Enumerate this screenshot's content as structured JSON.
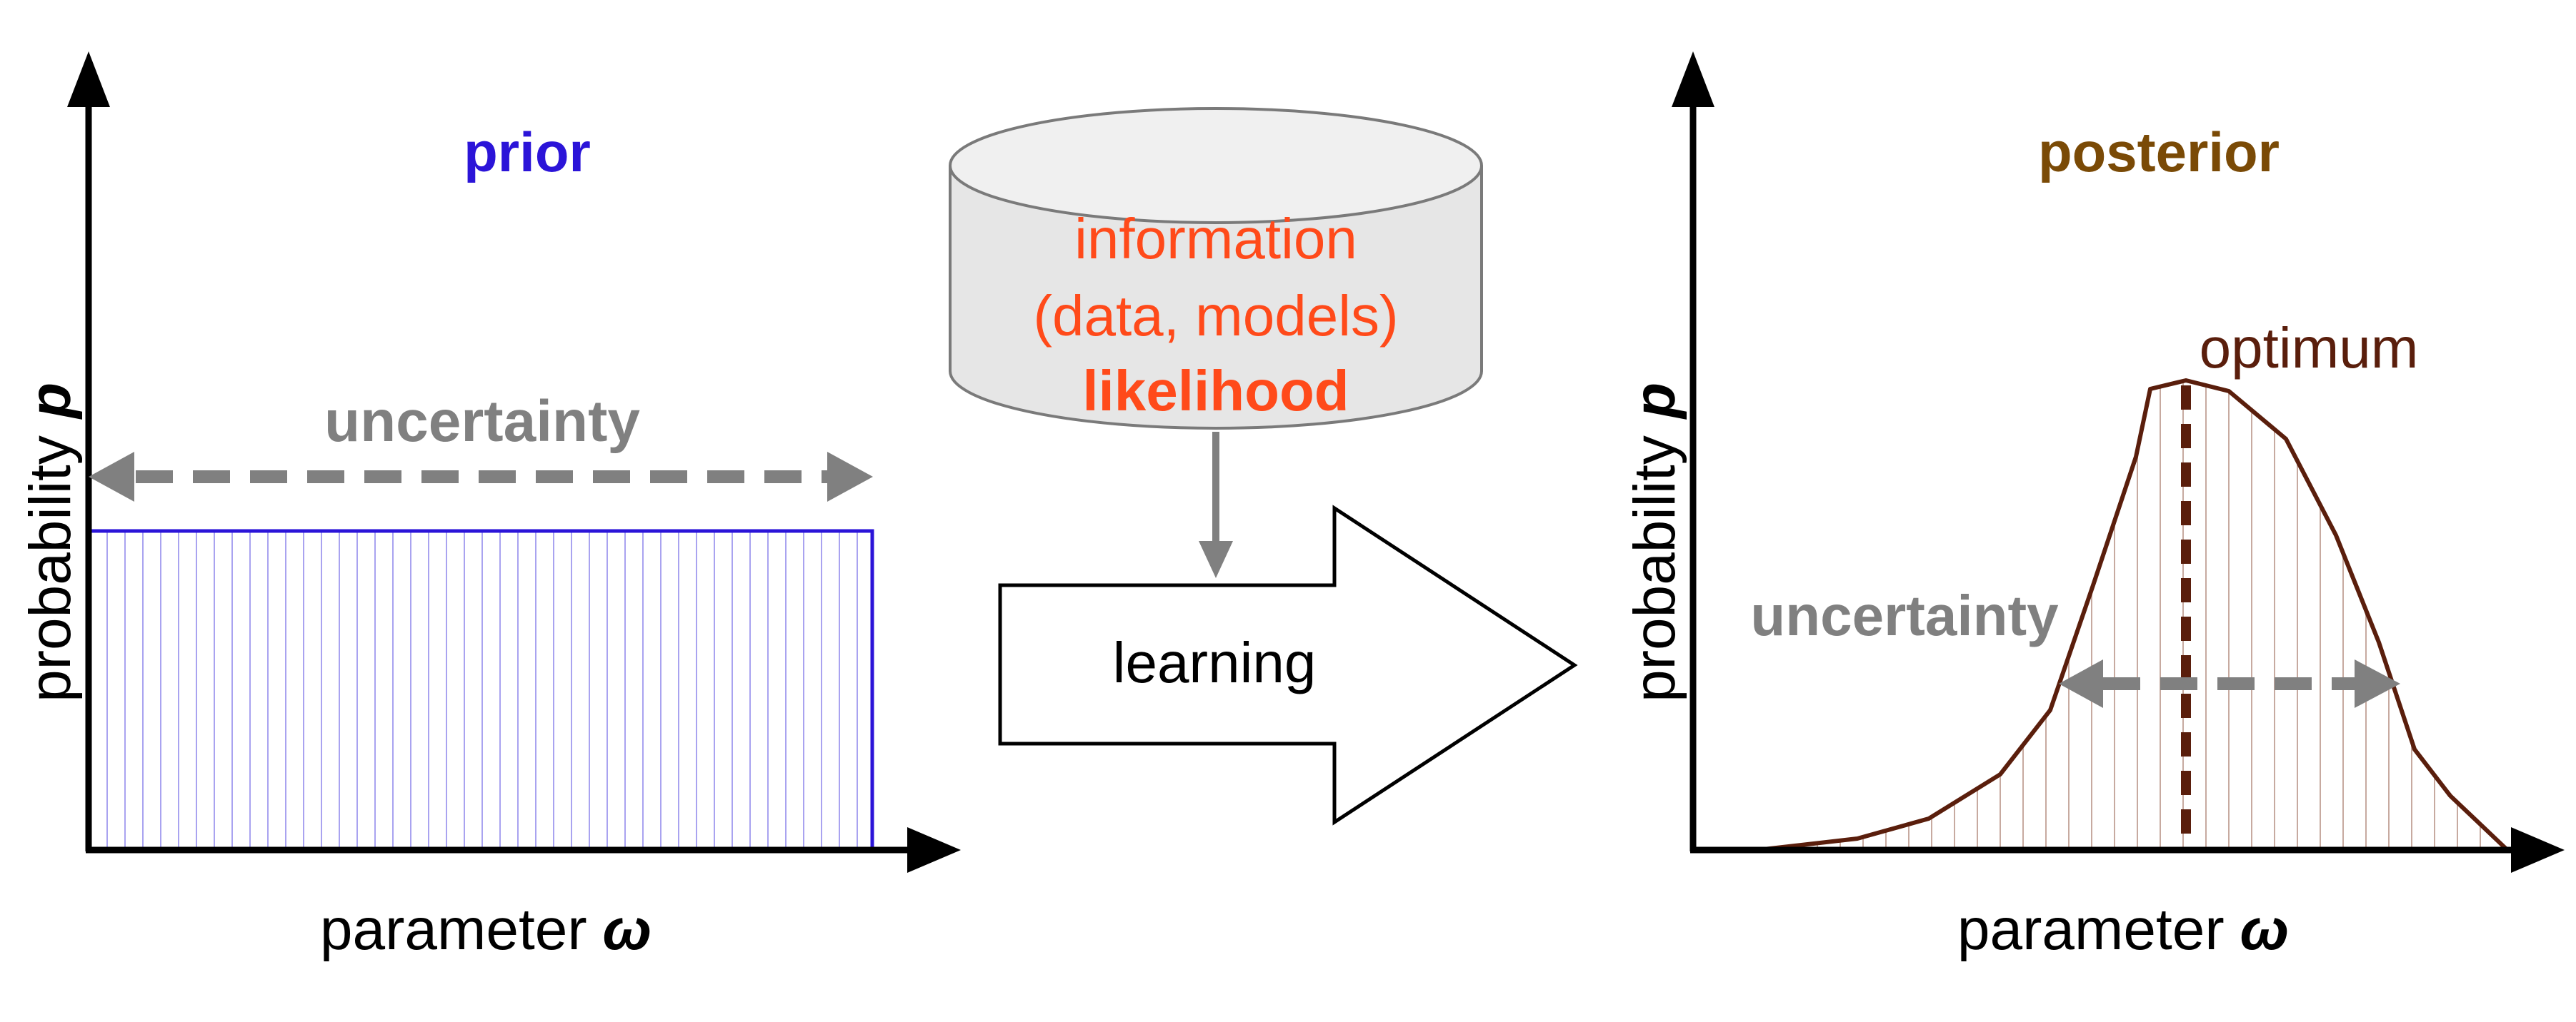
{
  "prior_panel": {
    "title": "prior",
    "uncertainty_label": "uncertainty",
    "y_axis_label": "probability",
    "y_axis_symbol": "p",
    "x_axis_label": "parameter",
    "x_axis_symbol": "ω"
  },
  "learning": {
    "database_line1": "information",
    "database_line2": "(data, models)",
    "database_line3": "likelihood",
    "arrow_label": "learning"
  },
  "posterior_panel": {
    "title": "posterior",
    "optimum_label": "optimum",
    "uncertainty_label": "uncertainty",
    "y_axis_label": "probability",
    "y_axis_symbol": "p",
    "x_axis_label": "parameter",
    "x_axis_symbol": "ω"
  },
  "colors": {
    "prior": "#2b14d8",
    "posterior": "#7a4a06",
    "information": "#ff4a1a",
    "uncertainty": "#808080",
    "curve": "#5a1e0c"
  }
}
